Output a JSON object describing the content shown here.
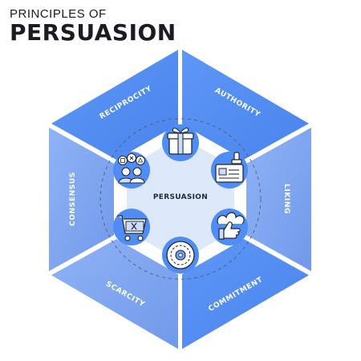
{
  "header": {
    "subtitle": "PRINCIPLES OF",
    "title": "PERSUASION"
  },
  "diagram": {
    "center_label": "PERSUASION",
    "segments": [
      {
        "label": "RECIPROCITY"
      },
      {
        "label": "AUTHORITY"
      },
      {
        "label": "LIKING"
      },
      {
        "label": "COMMITMENT"
      },
      {
        "label": "SCARCITY"
      },
      {
        "label": "CONSENSUS"
      }
    ],
    "icons": [
      {
        "name": "gift-box-icon"
      },
      {
        "name": "id-card-stamp-icon"
      },
      {
        "name": "thumbs-up-hand-icon"
      },
      {
        "name": "gear-cycle-icon"
      },
      {
        "name": "shopping-cart-icon"
      },
      {
        "name": "group-people-icon"
      }
    ],
    "colors": {
      "segment_dark": "#4f8df5",
      "segment_light": "#7ea6f3",
      "inner_hex": "#dde9fb",
      "icon_circle": "#4f8df5"
    }
  }
}
